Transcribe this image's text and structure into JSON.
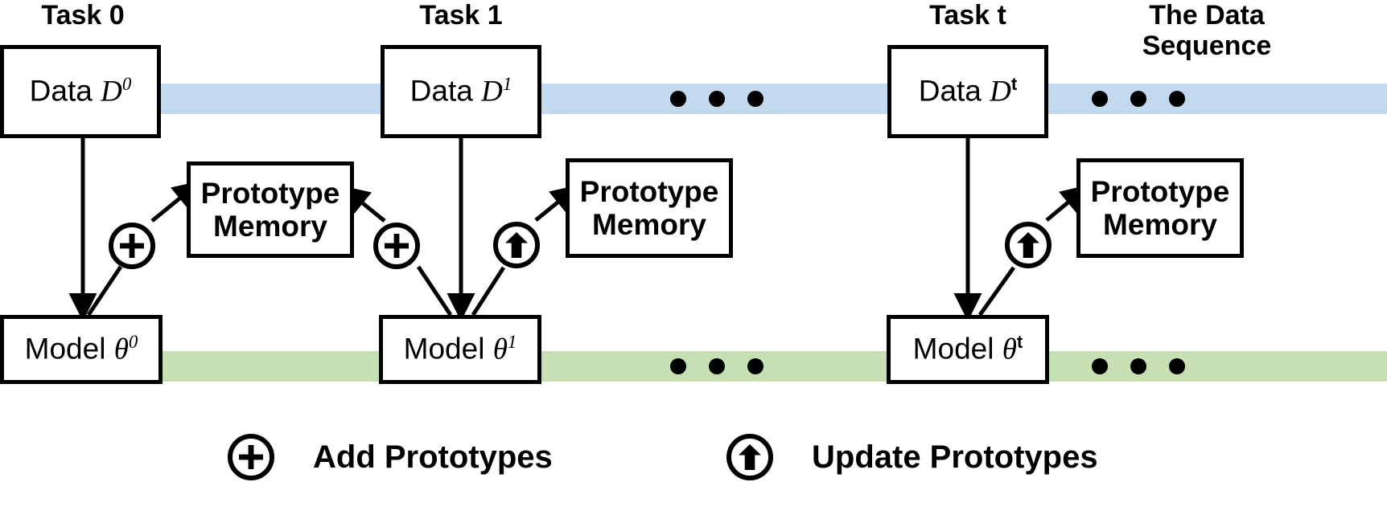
{
  "figure": {
    "title": "Continual learning with prototype memory across a data sequence",
    "colors": {
      "data_band": "#c2d9ee",
      "model_band": "#c6e0b4",
      "stroke": "#000000",
      "box_fill": "#ffffff"
    }
  },
  "column_titles": [
    {
      "id": "task-0",
      "label": "Task 0"
    },
    {
      "id": "task-1",
      "label": "Task 1"
    },
    {
      "id": "task-t",
      "label": "Task t"
    },
    {
      "id": "data-sequence",
      "label": "The Data\nSequence",
      "line1": "The Data",
      "line2": "Sequence"
    }
  ],
  "data_boxes": [
    {
      "id": "data-0",
      "prefix": "Data ",
      "symbol": "D",
      "superscript": "0",
      "sup_style": "italic"
    },
    {
      "id": "data-1",
      "prefix": "Data ",
      "symbol": "D",
      "superscript": "1",
      "sup_style": "italic"
    },
    {
      "id": "data-t",
      "prefix": "Data ",
      "symbol": "D",
      "superscript": "t",
      "sup_style": "upright"
    }
  ],
  "model_boxes": [
    {
      "id": "model-0",
      "prefix": "Model ",
      "symbol": "θ",
      "superscript": "0",
      "sup_style": "italic"
    },
    {
      "id": "model-1",
      "prefix": "Model ",
      "symbol": "θ",
      "superscript": "1",
      "sup_style": "italic"
    },
    {
      "id": "model-t",
      "prefix": "Model ",
      "symbol": "θ",
      "superscript": "t",
      "sup_style": "upright"
    }
  ],
  "memory_boxes": [
    {
      "id": "memory-0",
      "line1": "Prototype",
      "line2": "Memory"
    },
    {
      "id": "memory-1",
      "line1": "Prototype",
      "line2": "Memory"
    },
    {
      "id": "memory-t",
      "line1": "Prototype",
      "line2": "Memory"
    }
  ],
  "operation_badges": [
    {
      "id": "op-add-0",
      "icon": "plus-circle-icon",
      "meaning": "Add Prototypes"
    },
    {
      "id": "op-add-1",
      "icon": "plus-circle-icon",
      "meaning": "Add Prototypes"
    },
    {
      "id": "op-update-1",
      "icon": "up-arrow-circle-icon",
      "meaning": "Update Prototypes"
    },
    {
      "id": "op-update-t",
      "icon": "up-arrow-circle-icon",
      "meaning": "Update Prototypes"
    }
  ],
  "ellipsis_groups": [
    {
      "id": "data-band-ellipsis-middle",
      "band": "data",
      "dots": 3
    },
    {
      "id": "data-band-ellipsis-right",
      "band": "data",
      "dots": 3
    },
    {
      "id": "model-band-ellipsis-middle",
      "band": "model",
      "dots": 3
    },
    {
      "id": "model-band-ellipsis-right",
      "band": "model",
      "dots": 3
    }
  ],
  "legend": [
    {
      "id": "legend-add",
      "icon": "plus-circle-icon",
      "label": "Add Prototypes"
    },
    {
      "id": "legend-update",
      "icon": "up-arrow-circle-icon",
      "label": "Update Prototypes"
    }
  ]
}
